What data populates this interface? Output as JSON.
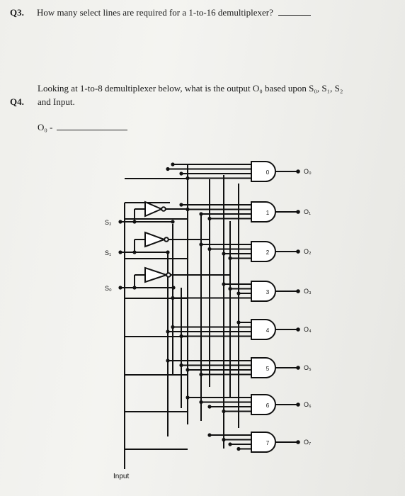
{
  "questions": [
    {
      "number": "Q3.",
      "text": "How many select lines are required for a 1-to-16 demultiplexer?"
    },
    {
      "number": "Q4.",
      "line1": "Looking at 1-to-8 demultiplexer below, what is the output O₀ based upon S₀, S₁, S₂",
      "line2": "and Input.",
      "answer_prefix": "O₀ -"
    }
  ],
  "diagram": {
    "select_labels": [
      "S₂",
      "S₁",
      "S₀"
    ],
    "gate_labels": [
      "0",
      "1",
      "2",
      "3",
      "4",
      "5",
      "6",
      "7"
    ],
    "output_labels": [
      "O₀",
      "O₁",
      "O₂",
      "O₃",
      "O₄",
      "O₅",
      "O₆",
      "O₇"
    ],
    "input_label": "Input"
  }
}
